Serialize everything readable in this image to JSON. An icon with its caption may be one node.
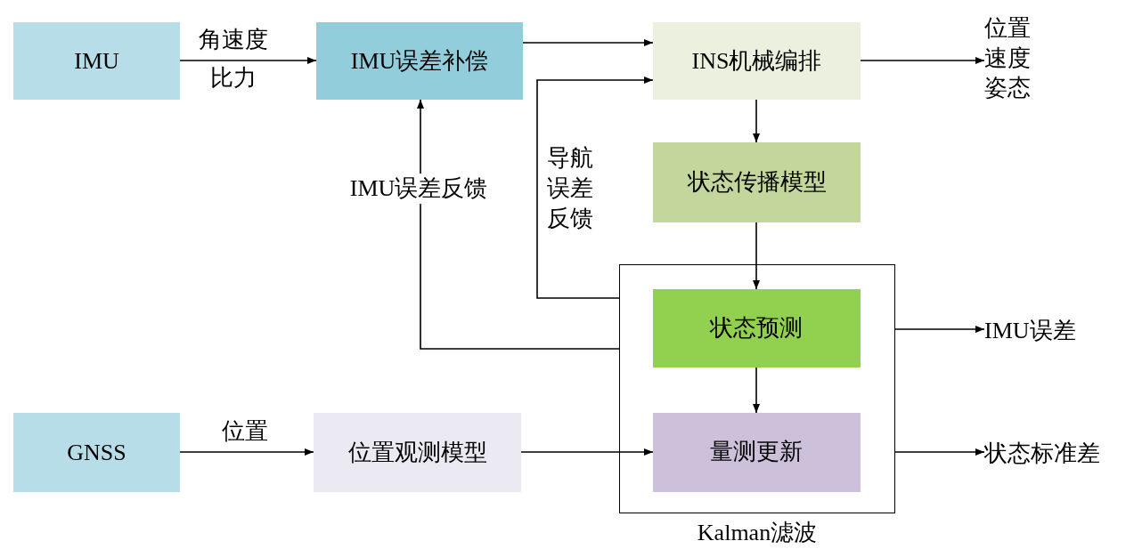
{
  "diagram": {
    "nodes": [
      {
        "text": [
          "IMU"
        ]
      },
      {
        "text": [
          "IMU误差补偿"
        ]
      },
      {
        "text": [
          "INS机械编排"
        ]
      },
      {
        "text": [
          "Kalman滤波"
        ]
      },
      {
        "text": [
          "状态传播模型"
        ]
      },
      {
        "text": [
          "状态预测"
        ],
        "in": 3
      },
      {
        "text": [
          "量测更新"
        ],
        "in": 3
      },
      {
        "text": [
          "GNSS"
        ]
      },
      {
        "text": [
          "位置观测模型"
        ]
      },
      {
        "text": [
          "位置速度姿态"
        ]
      },
      {
        "text": [
          "IMU误差"
        ]
      },
      {
        "text": [
          "状态标准差"
        ]
      }
    ],
    "edges": [
      {
        "from": 0,
        "to": 1,
        "arrow": "to",
        "label": "角速度比力"
      },
      {
        "from": 1,
        "to": 2,
        "arrow": "to"
      },
      {
        "from": 2,
        "to": 9,
        "arrow": "to"
      },
      {
        "from": 2,
        "to": 4,
        "arrow": "to"
      },
      {
        "from": 4,
        "to": 5,
        "arrow": "to"
      },
      {
        "from": 5,
        "to": 6,
        "arrow": "to"
      },
      {
        "from": 3,
        "to": 1,
        "arrow": "to",
        "label": "IMU误差反馈"
      },
      {
        "from": 3,
        "to": 2,
        "arrow": "to",
        "label": "导航误差反馈"
      },
      {
        "from": 7,
        "to": 8,
        "arrow": "to",
        "label": "位置"
      },
      {
        "from": 8,
        "to": 6,
        "arrow": "to"
      },
      {
        "from": 3,
        "to": 10,
        "arrow": "to"
      },
      {
        "from": 3,
        "to": 11,
        "arrow": "to"
      }
    ]
  }
}
